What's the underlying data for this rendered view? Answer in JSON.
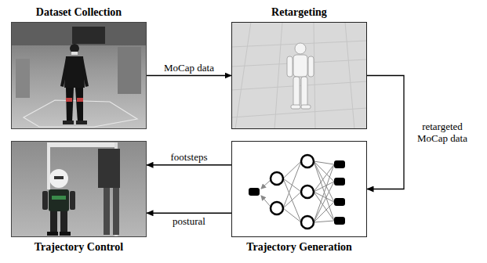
{
  "diagram": {
    "nodes": [
      {
        "text": [
          "Dataset Collection"
        ]
      },
      {
        "text": [
          "Retargeting"
        ]
      },
      {
        "text": [
          "Trajectory Control"
        ]
      },
      {
        "text": [
          "Trajectory Generation"
        ]
      }
    ],
    "edges": [
      {
        "from": 0,
        "to": 1,
        "arrow": "to",
        "label": "MoCap data"
      },
      {
        "from": 1,
        "to": 3,
        "arrow": "to",
        "label": "retargeted MoCap data"
      },
      {
        "from": 3,
        "to": 2,
        "arrow": "to",
        "label": "footsteps"
      },
      {
        "from": 3,
        "to": 2,
        "arrow": "to",
        "label": "postural"
      }
    ]
  }
}
